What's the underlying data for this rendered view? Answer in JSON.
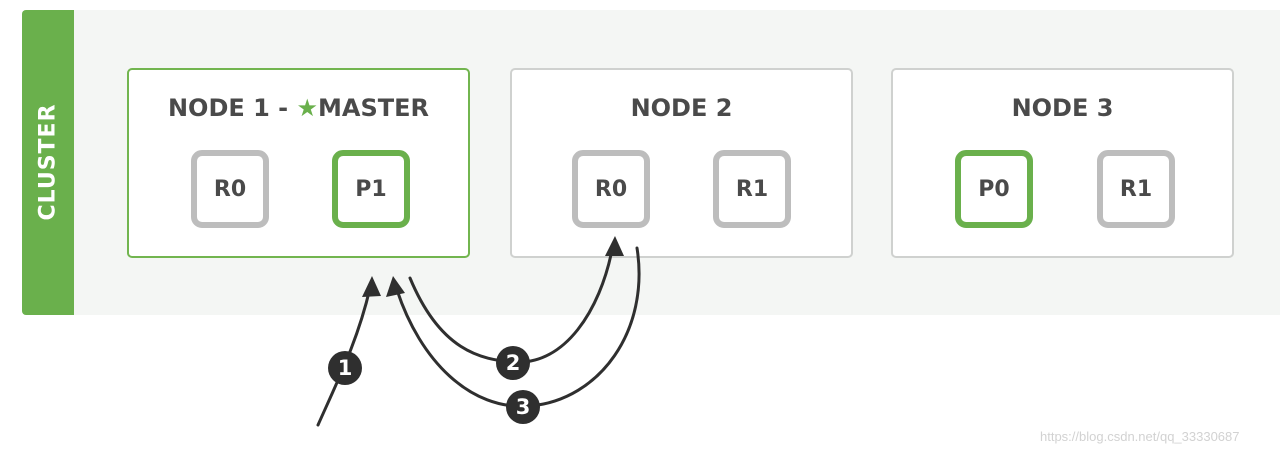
{
  "cluster": {
    "label": "CLUSTER"
  },
  "nodes": [
    {
      "title": "NODE 1 - ",
      "master_label": "MASTER",
      "is_master": true,
      "shards": [
        {
          "label": "R0",
          "primary": false
        },
        {
          "label": "P1",
          "primary": true
        }
      ]
    },
    {
      "title": "NODE 2",
      "shards": [
        {
          "label": "R0",
          "primary": false
        },
        {
          "label": "R1",
          "primary": false
        }
      ]
    },
    {
      "title": "NODE 3",
      "shards": [
        {
          "label": "P0",
          "primary": true
        },
        {
          "label": "R1",
          "primary": false
        }
      ]
    }
  ],
  "steps": [
    "1",
    "2",
    "3"
  ],
  "watermark": "https://blog.csdn.net/qq_33330687",
  "colors": {
    "green": "#6ab04c",
    "grey_border": "#bdbdbd",
    "step_badge": "#2f2f2f"
  },
  "icons": {
    "master": "star-icon"
  }
}
